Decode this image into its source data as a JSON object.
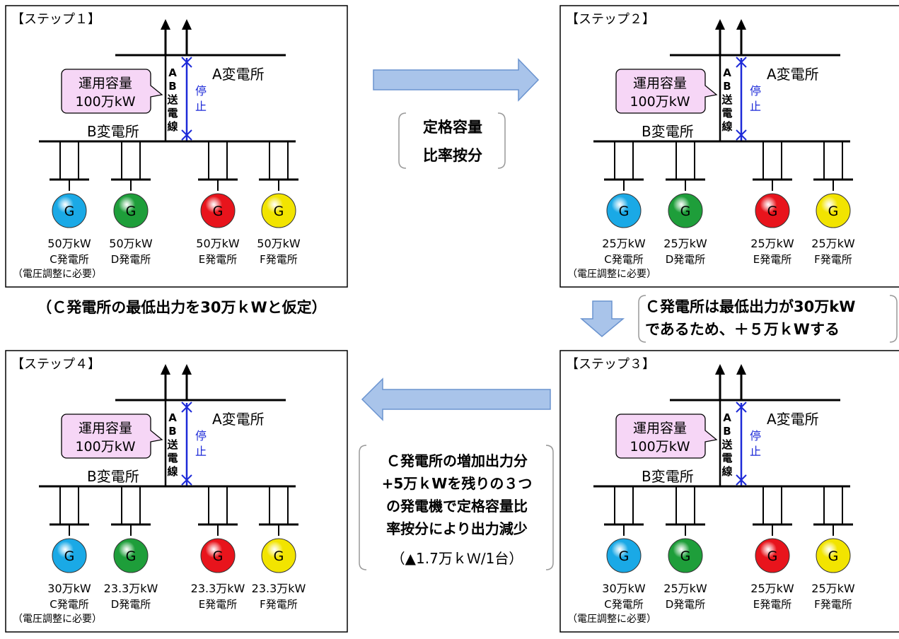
{
  "colors": {
    "gen_c": "#1aa9e6",
    "gen_d": "#1e9e3a",
    "gen_e": "#e8141c",
    "gen_f": "#f2e400",
    "callout_fill": "#f6d6f6",
    "line_blue": "#1d2ad8",
    "arrow_fill": "#a9c4ea",
    "arrow_stroke": "#6a93cf"
  },
  "common": {
    "capacity_line1": "運用容量",
    "capacity_line2": "100万kW",
    "sub_a": "A変電所",
    "sub_b": "B変電所",
    "ab_line": [
      "A",
      "B",
      "送",
      "電",
      "線"
    ],
    "stop": [
      "停",
      "止"
    ],
    "voltage_note": "（電圧調整に必要）",
    "gen_letter": "G",
    "plant_names": [
      "C発電所",
      "D発電所",
      "E発電所",
      "F発電所"
    ]
  },
  "steps": [
    {
      "title": "【ステップ１】",
      "outputs": [
        "50万kW",
        "50万kW",
        "50万kW",
        "50万kW"
      ]
    },
    {
      "title": "【ステップ２】",
      "outputs": [
        "25万kW",
        "25万kW",
        "25万kW",
        "25万kW"
      ]
    },
    {
      "title": "【ステップ３】",
      "outputs": [
        "30万kW",
        "25万kW",
        "25万kW",
        "25万kW"
      ]
    },
    {
      "title": "【ステップ４】",
      "outputs": [
        "30万kW",
        "23.3万kW",
        "23.3万kW",
        "23.3万kW"
      ]
    }
  ],
  "notes": {
    "rated_ratio": [
      "定格容量",
      "比率按分"
    ],
    "assumption": "（Ｃ発電所の最低出力を30万ｋWと仮定）",
    "step3_reason": [
      "Ｃ発電所は最低出力が30万kW",
      "であるため、＋５万ｋWする"
    ],
    "step4_reason": [
      "Ｃ発電所の増加出力分",
      "+5万ｋWを残りの３つ",
      "の発電機で定格容量比",
      "率按分により出力減少"
    ],
    "step4_amount": "（▲1.7万ｋＷ/1台）"
  }
}
